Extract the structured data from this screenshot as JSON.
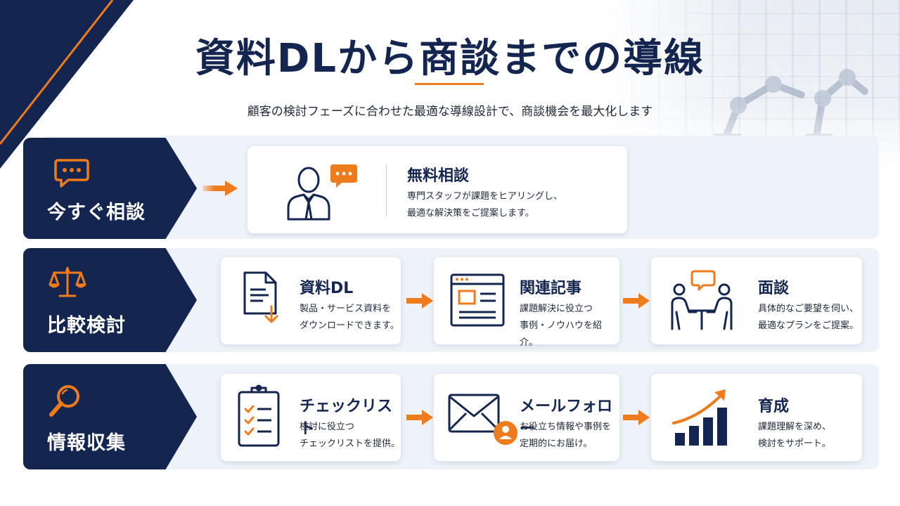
{
  "title": "資料DLから商談までの導線",
  "subtitle": "顧客の検討フェーズに合わせた最適な導線設計で、商談機会を最大化します",
  "colors": {
    "navy": "#14264f",
    "orange": "#ee7b1c",
    "panel": "#eef2f9"
  },
  "rows": [
    {
      "label": "今すぐ相談",
      "icon": "chat-bubble-icon",
      "cards": [
        {
          "title": "無料相談",
          "description": "専門スタッフが課題をヒアリングし、\n最適な解決策をご提案します。",
          "icon": "consultant-icon"
        }
      ]
    },
    {
      "label": "比較検討",
      "icon": "scale-icon",
      "cards": [
        {
          "title": "資料DL",
          "description": "製品・サービス資料を\nダウンロードできます。",
          "icon": "document-download-icon"
        },
        {
          "title": "関連記事",
          "description": "課題解決に役立つ\n事例・ノウハウを紹介。",
          "icon": "browser-article-icon"
        },
        {
          "title": "面談",
          "description": "具体的なご要望を伺い、\n最適なプランをご提案。",
          "icon": "meeting-icon"
        }
      ]
    },
    {
      "label": "情報収集",
      "icon": "magnifier-icon",
      "cards": [
        {
          "title": "チェックリスト",
          "description": "検討に役立つ\nチェックリストを提供。",
          "icon": "checklist-icon"
        },
        {
          "title": "メールフォロー",
          "description": "お役立ち情報や事例を\n定期的にお届け。",
          "icon": "mail-icon"
        },
        {
          "title": "育成",
          "description": "課題理解を深め、\n検討をサポート。",
          "icon": "growth-chart-icon"
        }
      ]
    }
  ]
}
